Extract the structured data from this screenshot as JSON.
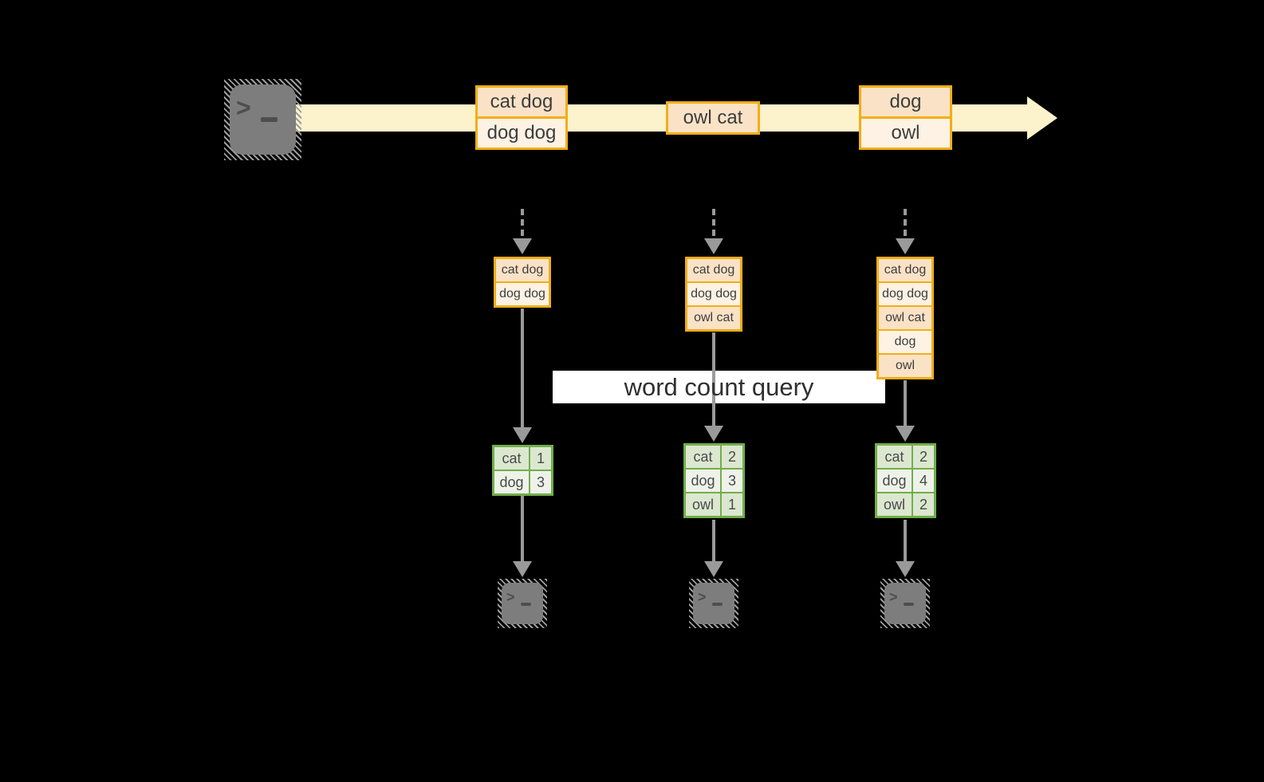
{
  "label": {
    "text": "word count query"
  },
  "stream": {
    "batches": [
      [
        "cat dog",
        "dog dog"
      ],
      [
        "owl cat"
      ],
      [
        "dog",
        "owl"
      ]
    ]
  },
  "state": [
    [
      "cat dog",
      "dog dog"
    ],
    [
      "cat dog",
      "dog dog",
      "owl cat"
    ],
    [
      "cat dog",
      "dog dog",
      "owl cat",
      "dog",
      "owl"
    ]
  ],
  "tables": [
    [
      [
        "cat",
        "1"
      ],
      [
        "dog",
        "3"
      ]
    ],
    [
      [
        "cat",
        "2"
      ],
      [
        "dog",
        "3"
      ],
      [
        "owl",
        "1"
      ]
    ],
    [
      [
        "cat",
        "2"
      ],
      [
        "dog",
        "4"
      ],
      [
        "owl",
        "2"
      ]
    ]
  ],
  "icons": {
    "terminal_chevron": ">"
  },
  "colors": {
    "stream_band": "#fcf2cc",
    "box_border_orange": "#f2ae16",
    "row_peach": "#fae2c6",
    "row_light_peach": "#fdf2e3",
    "table_border_green": "#72ae4b",
    "row_sage": "#dce7d0",
    "row_light_green": "#eef2e9",
    "arrow_gray": "#9a9a9a",
    "terminal_gray": "#7d7d7d",
    "label_background": "#ffffff",
    "canvas_background": "#000000"
  }
}
